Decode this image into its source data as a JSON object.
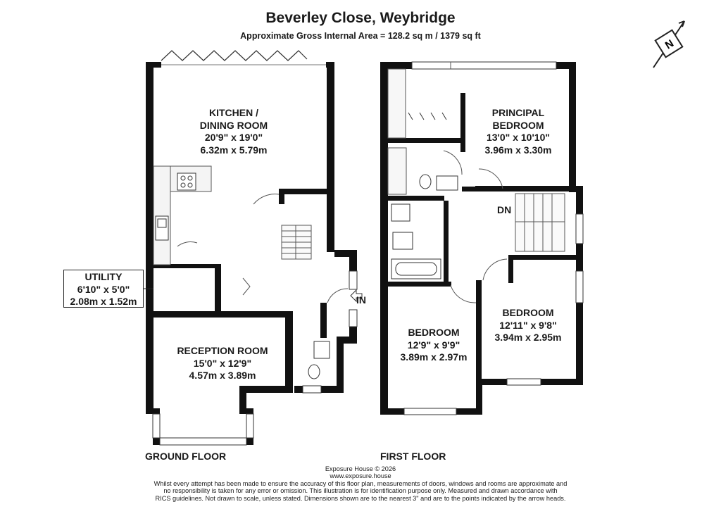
{
  "header": {
    "title": "Beverley Close, Weybridge",
    "subtitle": "Approximate Gross Internal Area = 128.2 sq m / 1379 sq ft"
  },
  "compass": {
    "icon": "north-arrow-icon",
    "letter": "N"
  },
  "ground_floor": {
    "label": "GROUND FLOOR",
    "entrance_label": "IN",
    "rooms": {
      "kitchen": {
        "name_line1": "KITCHEN /",
        "name_line2": "DINING ROOM",
        "imperial": "20'9\" x 19'0\"",
        "metric": "6.32m x 5.79m"
      },
      "utility": {
        "name": "UTILITY",
        "imperial": "6'10\" x 5'0\"",
        "metric": "2.08m x 1.52m"
      },
      "reception": {
        "name": "RECEPTION ROOM",
        "imperial": "15'0\" x 12'9\"",
        "metric": "4.57m x 3.89m"
      }
    }
  },
  "first_floor": {
    "label": "FIRST FLOOR",
    "stairs_label": "DN",
    "rooms": {
      "principal": {
        "name_line1": "PRINCIPAL",
        "name_line2": "BEDROOM",
        "imperial": "13'0\" x 10'10\"",
        "metric": "3.96m x 3.30m"
      },
      "bedroom2": {
        "name": "BEDROOM",
        "imperial": "12'9\" x 9'9\"",
        "metric": "3.89m x 2.97m"
      },
      "bedroom3": {
        "name": "BEDROOM",
        "imperial": "12'11\" x 9'8\"",
        "metric": "3.94m x 2.95m"
      }
    }
  },
  "footer": {
    "company": "Exposure House © 2026",
    "website": "www.exposure.house",
    "disclaimer_line1": "Whilst every attempt has been made to ensure the accuracy of this floor plan, measurements of doors, windows and rooms are approximate and",
    "disclaimer_line2": "no responsibility is taken for any error or omission. This illustration is for identification purpose only. Measured and drawn accordance with",
    "disclaimer_line3": "RICS guidelines. Not drawn to scale, unless stated. Dimensions shown are to the nearest 3\" and are to the points indicated by the arrow heads."
  }
}
